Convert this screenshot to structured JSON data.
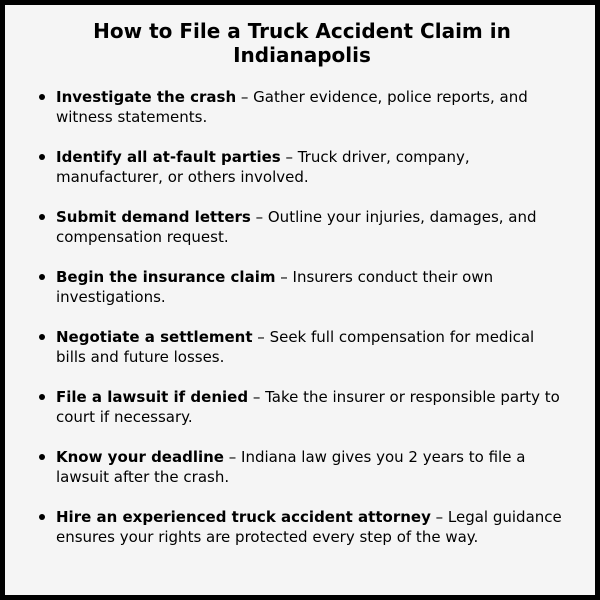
{
  "page": {
    "title": "How to File a Truck Accident Claim in Indianapolis"
  },
  "steps": [
    {
      "title": "Investigate the crash",
      "text": " – Gather evidence, police reports, and witness statements."
    },
    {
      "title": "Identify all at-fault parties",
      "text": " – Truck driver, company, manufacturer, or others involved."
    },
    {
      "title": "Submit demand letters",
      "text": " – Outline your injuries, damages, and compensation request."
    },
    {
      "title": "Begin the insurance claim",
      "text": " – Insurers conduct their own investigations."
    },
    {
      "title": "Negotiate a settlement",
      "text": " – Seek full compensation for medical bills and future losses."
    },
    {
      "title": "File a lawsuit if denied",
      "text": " – Take the insurer or responsible party to court if necessary."
    },
    {
      "title": "Know your deadline",
      "text": " – Indiana law gives you 2 years to file a lawsuit after the crash."
    },
    {
      "title": "Hire an experienced truck accident attorney",
      "text": " – Legal guidance ensures your rights are protected every step of the way."
    }
  ]
}
